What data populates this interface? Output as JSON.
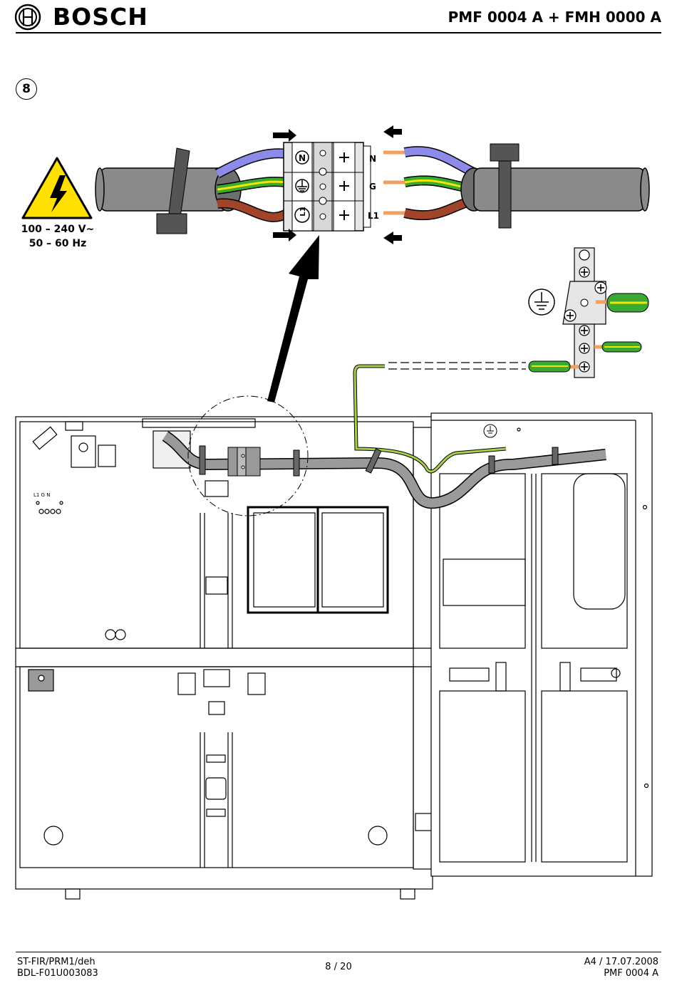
{
  "header": {
    "brand": "BOSCH",
    "product_title": "PMF 0004 A + FMH 0000 A"
  },
  "step": {
    "number": "8"
  },
  "warning": {
    "voltage": "100 – 240 V~",
    "frequency": "50 – 60 Hz"
  },
  "terminal_block": {
    "left_labels": [
      "N",
      "L1"
    ],
    "right_labels": [
      "N",
      "G",
      "L1"
    ]
  },
  "panel_labels": {
    "terminal_row": "L1 G N"
  },
  "wire_colors": {
    "neutral": "#8c8ce8",
    "earth_green": "#3aaa35",
    "earth_yellow": "#f3e600",
    "phase": "#a0442a",
    "core": "#f0a060",
    "cable": "#8a8a8a",
    "warning_yellow": "#ffe000"
  },
  "icons": [
    "bosch-logo-icon",
    "high-voltage-warning-icon",
    "earth-ground-icon"
  ],
  "footer": {
    "left_line1": "ST-FIR/PRM1/deh",
    "left_line2": "BDL-F01U003083",
    "page": "8 / 20",
    "right_line1": "A4 / 17.07.2008",
    "right_line2": "PMF 0004 A"
  }
}
